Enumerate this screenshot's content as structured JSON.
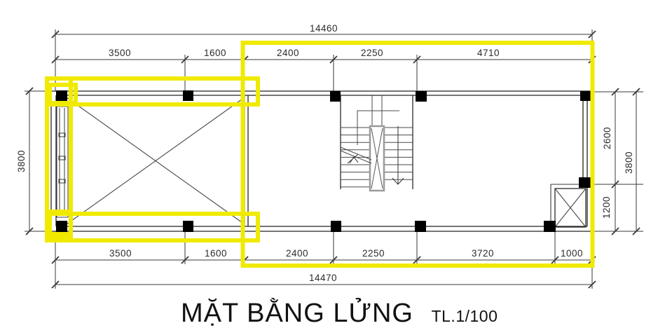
{
  "title": {
    "main": "MẶT BẰNG LỬNG",
    "scale": "TL.1/100"
  },
  "dimensions": {
    "top_overall": "14460",
    "top_segments": [
      "3500",
      "1600",
      "2400",
      "2250",
      "4710"
    ],
    "bottom_segments": [
      "3500",
      "1600",
      "2400",
      "2250",
      "3720",
      "1000"
    ],
    "bottom_overall": "14470",
    "left_overall": "3800",
    "right": [
      "2600",
      "1200",
      "3800"
    ]
  },
  "colors": {
    "highlight": "#f0ea00",
    "line": "#3a3a3a",
    "wall": "#232323",
    "column": "#000000",
    "dim_text": "#2b2b2b",
    "background": "#ffffff"
  }
}
